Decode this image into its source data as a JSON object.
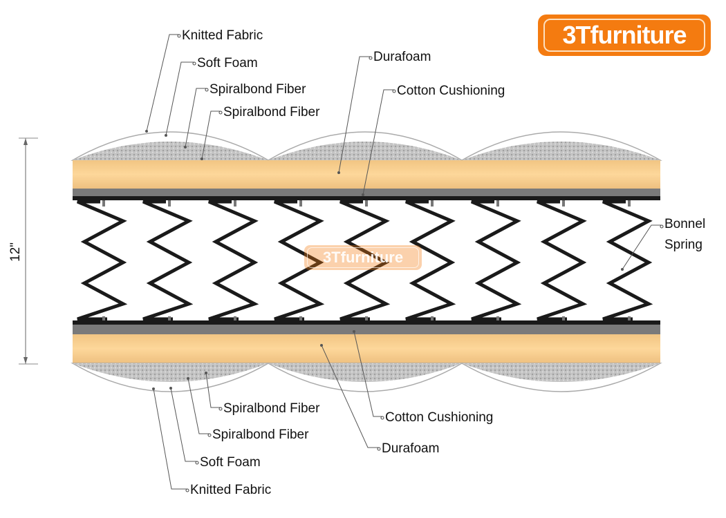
{
  "logo": {
    "text": "3Tfurniture",
    "color": "#f47b10"
  },
  "watermark": {
    "text": "3Tfurniture"
  },
  "dimension": {
    "label": "12\""
  },
  "colors": {
    "foam": "#fcd596",
    "fiber": "#bdbdbd",
    "spring": "#1a1a1a"
  },
  "labels_top": {
    "knitted_fabric": "Knitted Fabric",
    "soft_foam": "Soft Foam",
    "spiralbond_1": "Spiralbond Fiber",
    "spiralbond_2": "Spiralbond Fiber",
    "durafoam": "Durafoam",
    "cotton": "Cotton Cushioning"
  },
  "labels_side": {
    "bonnel_1": "Bonnel",
    "bonnel_2": "Spring"
  },
  "labels_bottom": {
    "spiralbond_1": "Spiralbond Fiber",
    "spiralbond_2": "Spiralbond Fiber",
    "soft_foam": "Soft Foam",
    "knitted_fabric": "Knitted Fabric",
    "cotton": "Cotton Cushioning",
    "durafoam": "Durafoam"
  },
  "spring_count": 9
}
